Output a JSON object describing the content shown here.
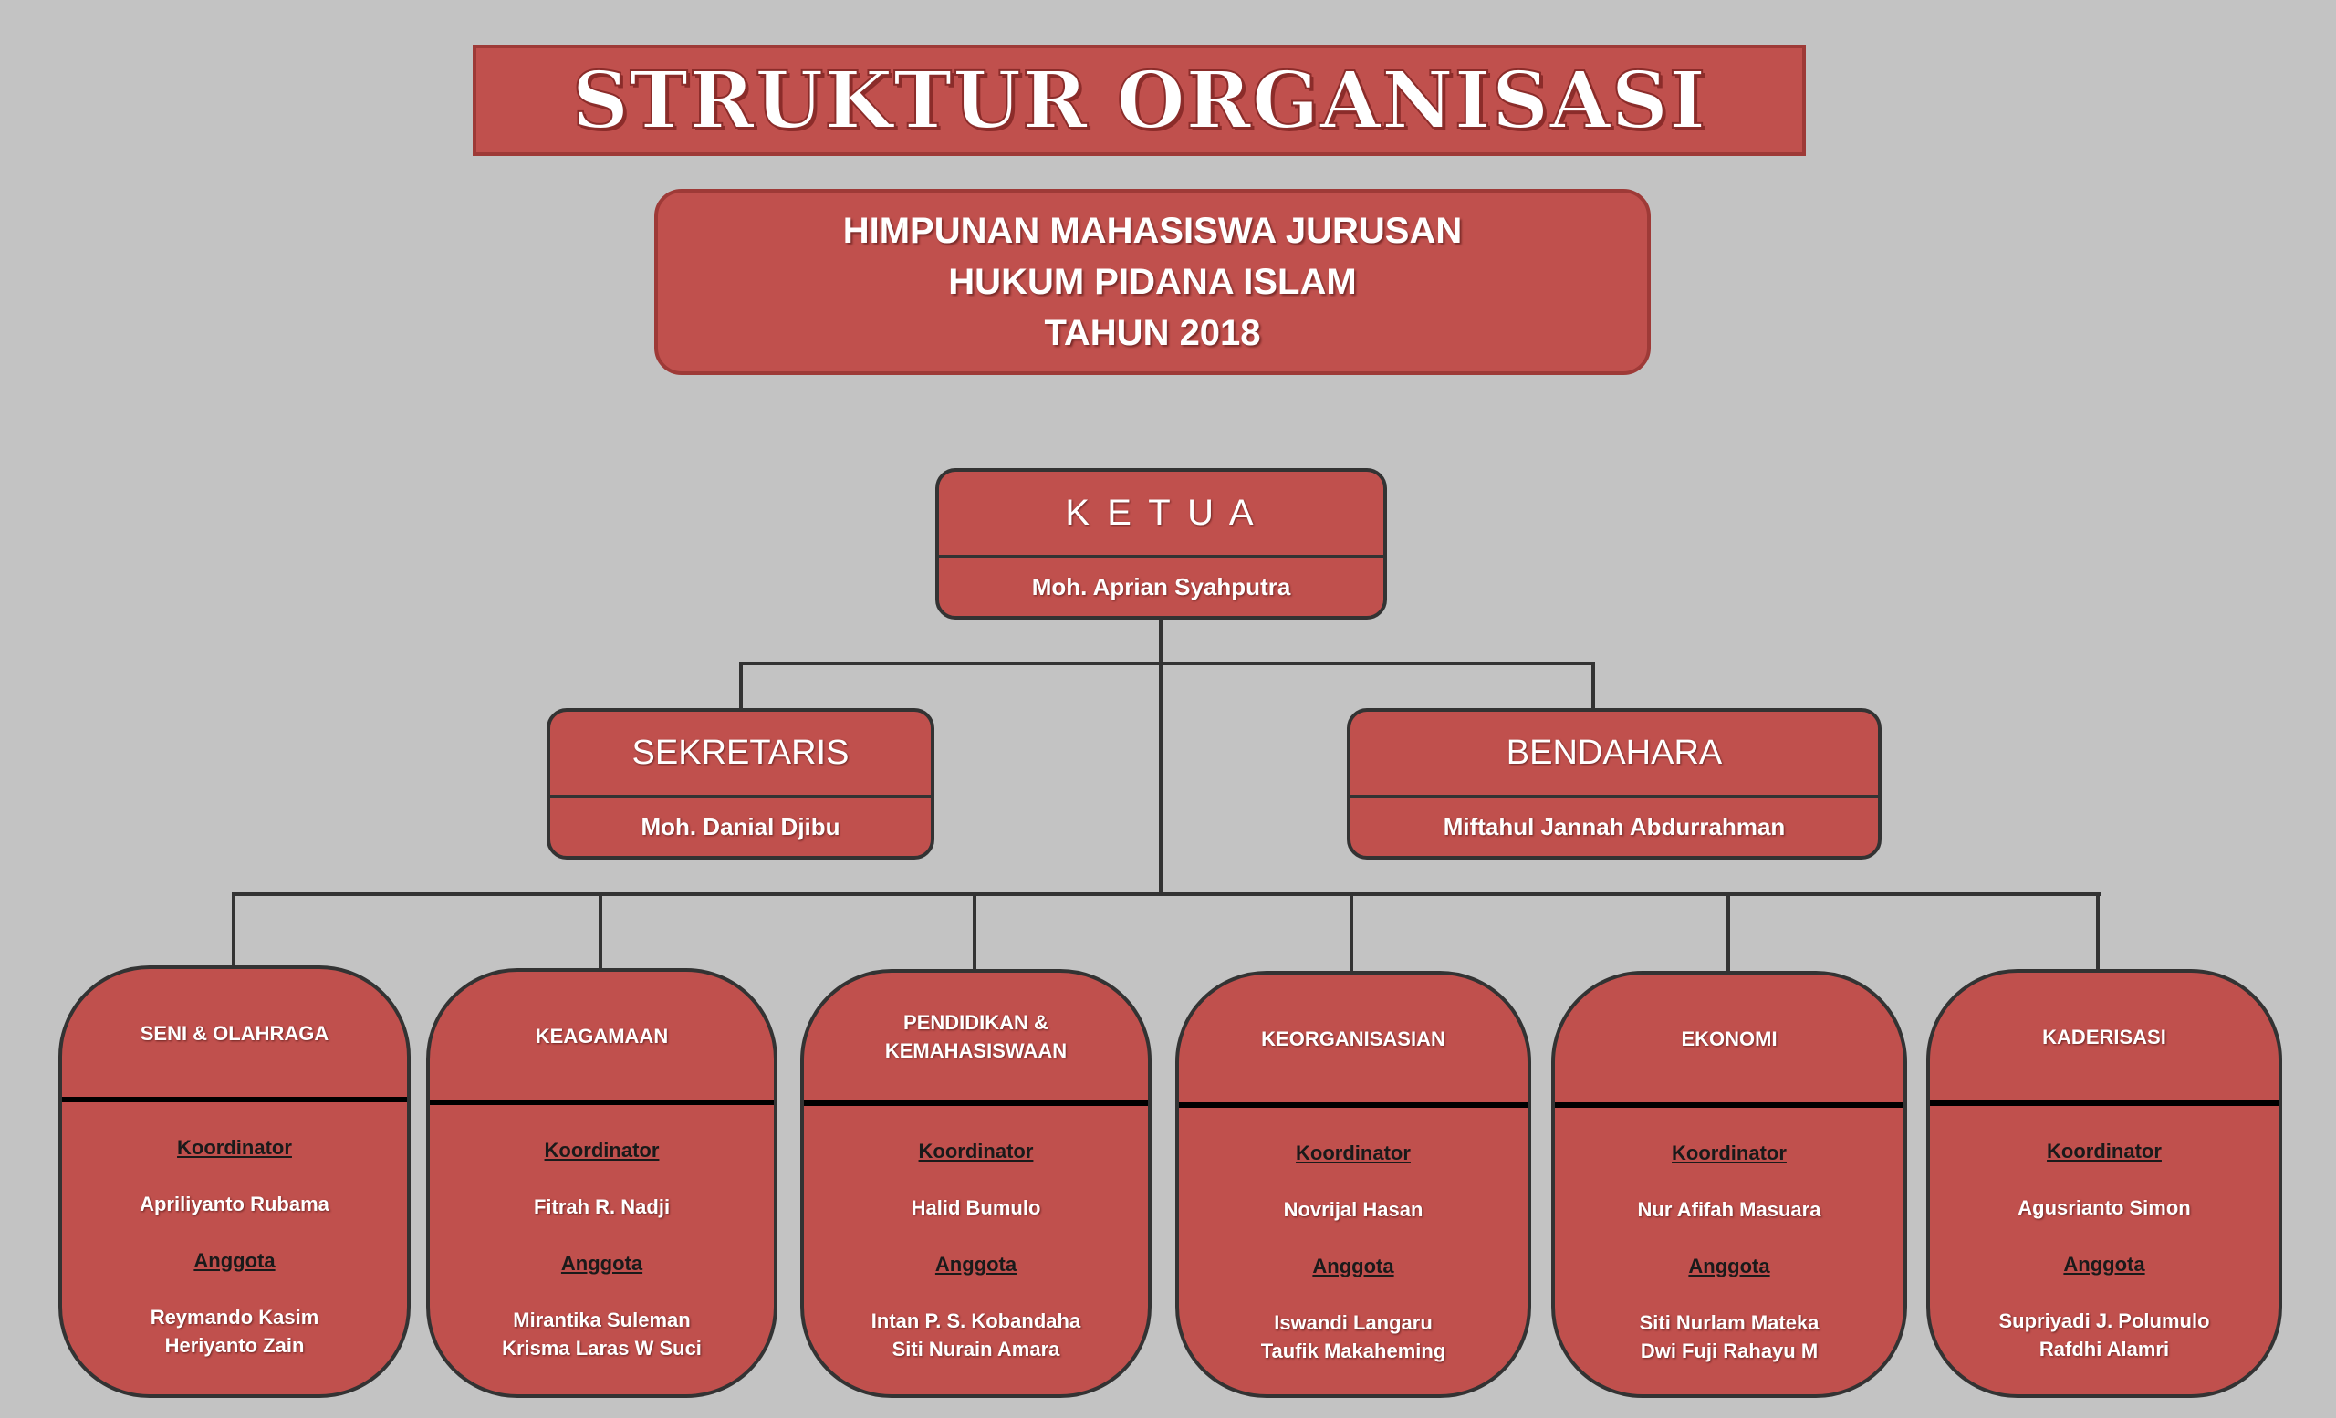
{
  "title": "STRUKTUR ORGANISASI",
  "subtitle": [
    "HIMPUNAN MAHASISWA JURUSAN",
    "HUKUM PIDANA ISLAM",
    "TAHUN 2018"
  ],
  "ketua": {
    "role": "K E T U A",
    "name": "Moh. Aprian Syahputra"
  },
  "sekretaris": {
    "role": "SEKRETARIS",
    "name": "Moh. Danial Djibu"
  },
  "bendahara": {
    "role": "BENDAHARA",
    "name": "Miftahul Jannah Abdurrahman"
  },
  "labels": {
    "koordinator": "Koordinator",
    "anggota": "Anggota"
  },
  "divisions": [
    {
      "name": "SENI & OLAHRAGA",
      "koordinator": "Apriliyanto Rubama",
      "anggota": [
        "Reymando Kasim",
        "Heriyanto Zain"
      ]
    },
    {
      "name": "KEAGAMAAN",
      "koordinator": "Fitrah R. Nadji",
      "anggota": [
        "Mirantika Suleman",
        "Krisma Laras W Suci"
      ]
    },
    {
      "name": "PENDIDIKAN & KEMAHASISWAAN",
      "koordinator": "Halid Bumulo",
      "anggota": [
        "Intan P. S. Kobandaha",
        "Siti Nurain Amara"
      ]
    },
    {
      "name": "KEORGANISASIAN",
      "koordinator": "Novrijal Hasan",
      "anggota": [
        "Iswandi Langaru",
        "Taufik Makaheming"
      ]
    },
    {
      "name": "EKONOMI",
      "koordinator": "Nur Afifah Masuara",
      "anggota": [
        "Siti Nurlam Mateka",
        "Dwi Fuji Rahayu M"
      ]
    },
    {
      "name": "KADERISASI",
      "koordinator": "Agusrianto Simon",
      "anggota": [
        "Supriyadi J. Polumulo",
        "Rafdhi Alamri"
      ]
    }
  ]
}
